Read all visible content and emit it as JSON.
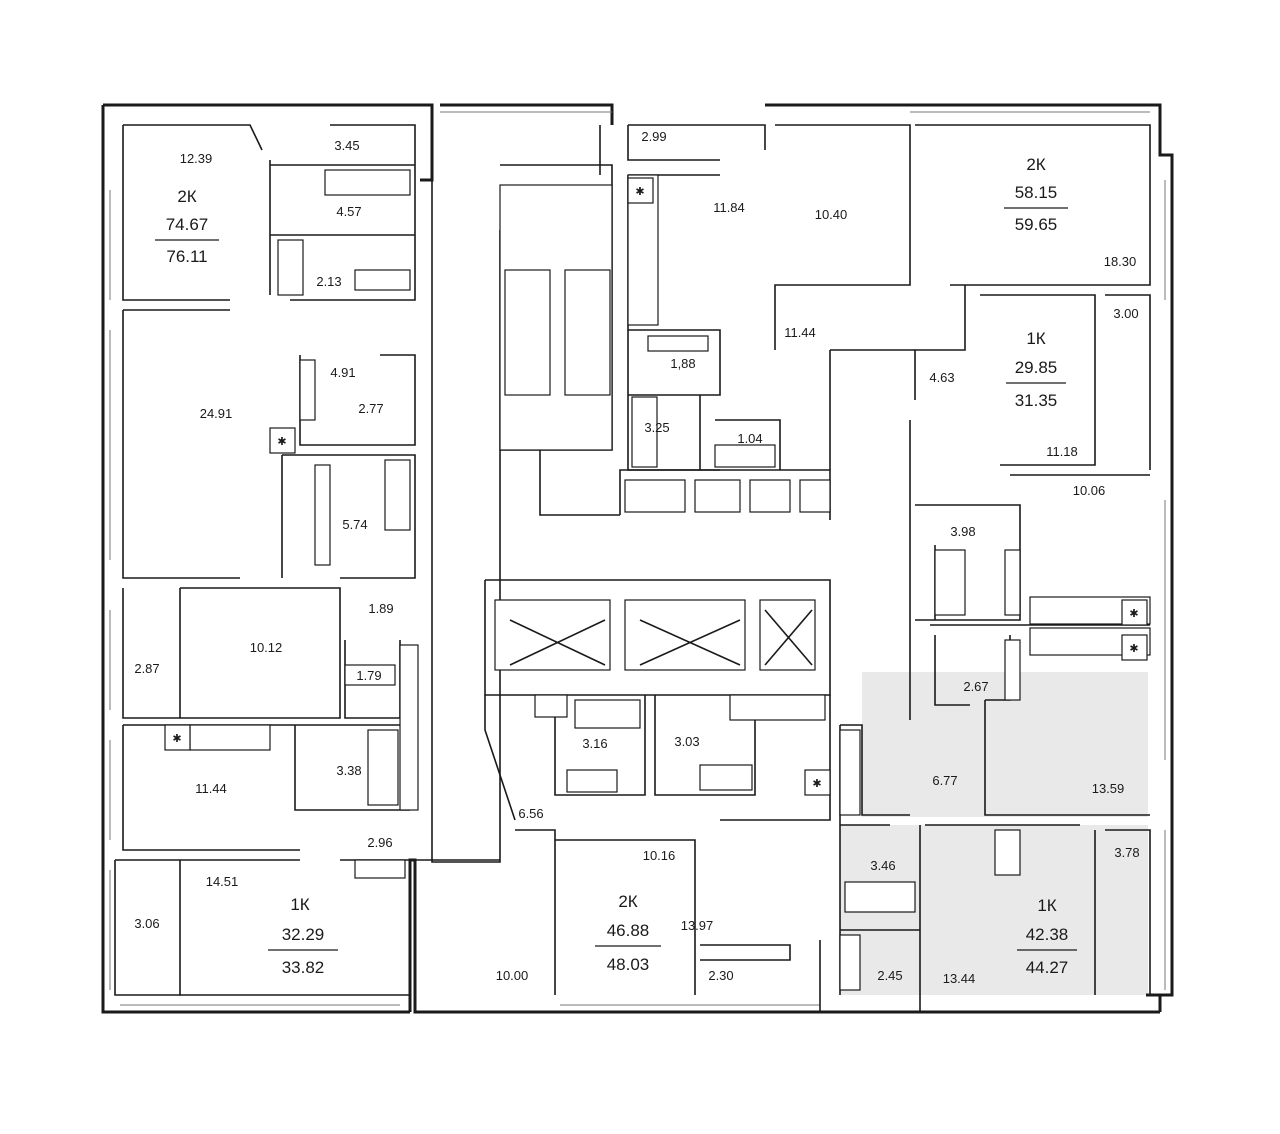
{
  "apartments": [
    {
      "id": "apt-2k-nw",
      "type": "2К",
      "area_living": "74.67",
      "area_total": "76.11"
    },
    {
      "id": "apt-2k-ne",
      "type": "2К",
      "area_living": "58.15",
      "area_total": "59.65"
    },
    {
      "id": "apt-1k-e",
      "type": "1К",
      "area_living": "29.85",
      "area_total": "31.35"
    },
    {
      "id": "apt-1k-sw",
      "type": "1К",
      "area_living": "32.29",
      "area_total": "33.82"
    },
    {
      "id": "apt-2k-s",
      "type": "2К",
      "area_living": "46.88",
      "area_total": "48.03"
    },
    {
      "id": "apt-1k-se",
      "type": "1К",
      "area_living": "42.38",
      "area_total": "44.27"
    }
  ],
  "rooms": [
    "12.39",
    "3.45",
    "4.57",
    "2.13",
    "4.91",
    "2.77",
    "24.91",
    "5.74",
    "1.89",
    "10.12",
    "2.87",
    "1.79",
    "11.44",
    "3.38",
    "2.96",
    "14.51",
    "3.06",
    "2.99",
    "11.84",
    "10.40",
    "1,88",
    "3.25",
    "1.04",
    "11.44",
    "18.30",
    "3.00",
    "4.63",
    "11.18",
    "10.06",
    "3.98",
    "2.67",
    "6.77",
    "13.59",
    "3.16",
    "3.03",
    "6.56",
    "10.16",
    "13.97",
    "10.00",
    "2.30",
    "3.46",
    "3.78",
    "2.45",
    "13.44"
  ],
  "symbols": {
    "vent": "✱"
  }
}
